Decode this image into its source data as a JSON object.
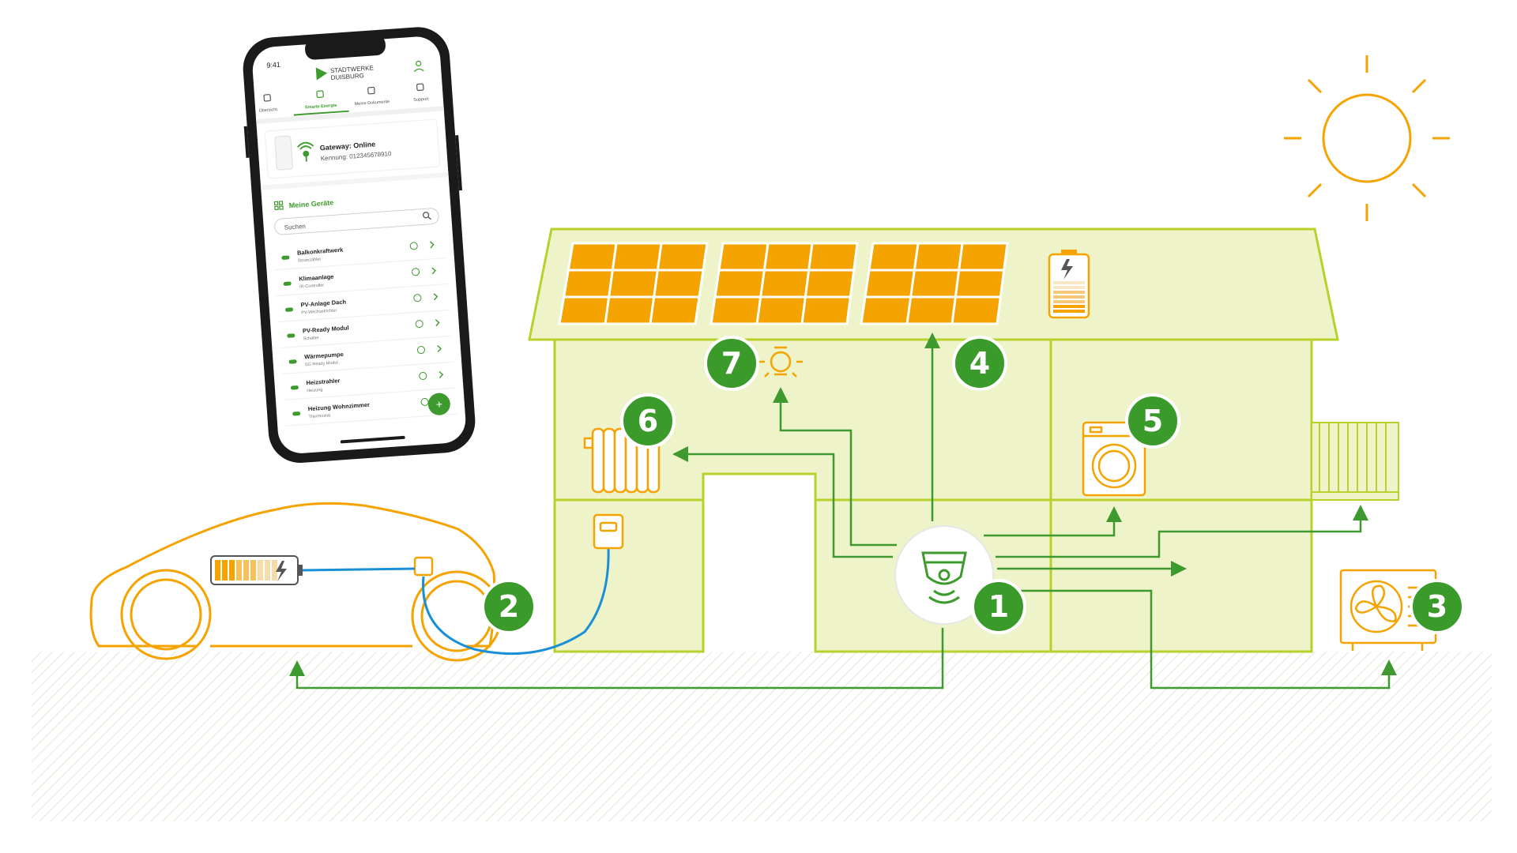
{
  "colors": {
    "house_fill": "#eef3c9",
    "house_stroke": "#b8d12a",
    "accent_orange": "#f5a300",
    "flow_green": "#3e9a2e",
    "badge_green": "#3a9a2a",
    "cable_blue": "#1a8fd6",
    "ground_hatch": "#e2e6d4"
  },
  "badges": [
    {
      "number": "1",
      "component": "smart-meter-gateway"
    },
    {
      "number": "2",
      "component": "wallbox-ev"
    },
    {
      "number": "3",
      "component": "heat-pump"
    },
    {
      "number": "4",
      "component": "pv-system"
    },
    {
      "number": "5",
      "component": "washing-machine"
    },
    {
      "number": "6",
      "component": "radiator"
    },
    {
      "number": "7",
      "component": "light"
    }
  ],
  "phone": {
    "status_time": "9:41",
    "brand_line1": "STADTWERKE",
    "brand_line2": "DUISBURG",
    "tabs": [
      {
        "label": "Übersicht",
        "icon": "home-icon"
      },
      {
        "label": "Smarte Energie",
        "icon": "energy-icon"
      },
      {
        "label": "Meine Dokumente",
        "icon": "documents-icon"
      },
      {
        "label": "Support",
        "icon": "headset-icon"
      }
    ],
    "gateway_status": "Gateway: Online",
    "gateway_id": "Kennung: 012345678910",
    "devices_title": "Meine Geräte",
    "search_placeholder": "Suchen",
    "devices": [
      {
        "name": "Balkonkraftwerk",
        "type": "Stromzähler",
        "icon": "toggle-icon"
      },
      {
        "name": "Klimaanlage",
        "type": "IR-Controller",
        "icon": "ac-icon"
      },
      {
        "name": "PV-Anlage Dach",
        "type": "PV-Wechselrichter",
        "icon": "solar-icon"
      },
      {
        "name": "PV-Ready Modul",
        "type": "Schalter",
        "icon": "toggle-icon"
      },
      {
        "name": "Wärmepumpe",
        "type": "SG Ready Modul",
        "icon": "module-icon"
      },
      {
        "name": "Heizstrahler",
        "type": "Heizung",
        "icon": "thermometer-icon"
      },
      {
        "name": "Heizung Wohnzimmer",
        "type": "Thermostat",
        "icon": "thermometer-icon"
      }
    ],
    "fab_label": "+"
  },
  "car_battery_level": 0.65,
  "home_battery_level": 0.7
}
